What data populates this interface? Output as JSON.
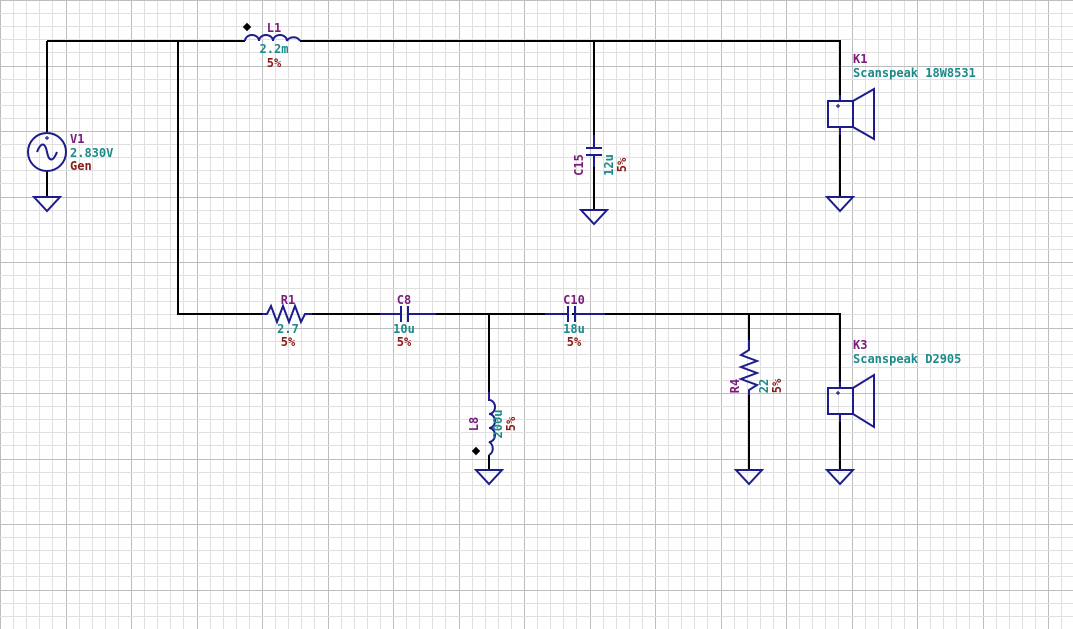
{
  "colors": {
    "background": "#ffffff",
    "grid_minor": "#e0e0e0",
    "grid_major": "#bdbdbd",
    "wire": "#000000",
    "component": "#1c1c8c",
    "reference": "#7a1b7a",
    "value": "#1b8a8a",
    "tolerance": "#8b1a1a"
  },
  "components": {
    "v1": {
      "ref": "V1",
      "value": "2.830V",
      "extra": "Gen"
    },
    "l1": {
      "ref": "L1",
      "value": "2.2m",
      "tolerance": "5%"
    },
    "c15": {
      "ref": "C15",
      "value": "12u",
      "tolerance": "5%"
    },
    "k1": {
      "ref": "K1",
      "model": "Scanspeak 18W8531"
    },
    "r1": {
      "ref": "R1",
      "value": "2.7",
      "tolerance": "5%"
    },
    "c8": {
      "ref": "C8",
      "value": "10u",
      "tolerance": "5%"
    },
    "c10": {
      "ref": "C10",
      "value": "18u",
      "tolerance": "5%"
    },
    "l8": {
      "ref": "L8",
      "value": "200u",
      "tolerance": "5%"
    },
    "r4": {
      "ref": "R4",
      "value": "22",
      "tolerance": "5%"
    },
    "k3": {
      "ref": "K3",
      "model": "Scanspeak D2905"
    }
  },
  "icons": {
    "source": "ac-source-icon",
    "ground": "ground-icon",
    "speaker": "speaker-icon",
    "phase_dot": "polarity-dot-icon"
  }
}
